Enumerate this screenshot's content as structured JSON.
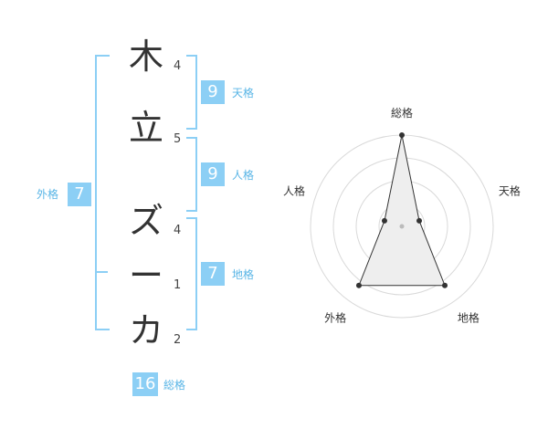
{
  "name_chars": [
    {
      "char": "木",
      "strokes": "4"
    },
    {
      "char": "立",
      "strokes": "5"
    },
    {
      "char": "ズ",
      "strokes": "4"
    },
    {
      "char": "ー",
      "strokes": "1"
    },
    {
      "char": "カ",
      "strokes": "2"
    }
  ],
  "kakusu": {
    "tenkaku": {
      "label": "天格",
      "value": "9"
    },
    "jinkaku": {
      "label": "人格",
      "value": "9"
    },
    "chikaku": {
      "label": "地格",
      "value": "7"
    },
    "gaikaku": {
      "label": "外格",
      "value": "7"
    },
    "soukaku": {
      "label": "総格",
      "value": "16"
    }
  },
  "colors": {
    "accent": "#8ccff5",
    "accent_text": "#59b5e6",
    "text": "#333333"
  },
  "chart_data": {
    "type": "radar",
    "axes": [
      "総格",
      "天格",
      "地格",
      "外格",
      "人格"
    ],
    "values": [
      5,
      1,
      4,
      4,
      1
    ],
    "range": [
      0,
      5
    ],
    "rings": 4,
    "grid": true
  }
}
